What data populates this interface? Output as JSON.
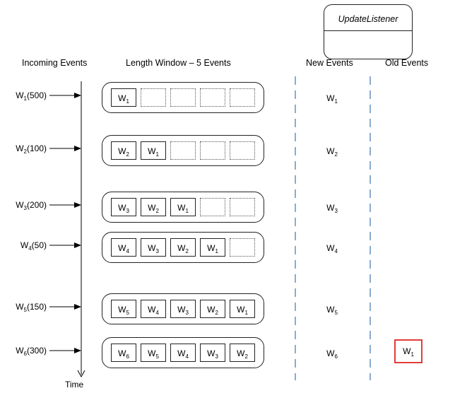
{
  "listener": {
    "title": "UpdateListener"
  },
  "headers": {
    "incoming": "Incoming Events",
    "window": "Length Window – 5 Events",
    "new_events": "New Events",
    "old_events": "Old Events"
  },
  "time_label": "Time",
  "rows": [
    {
      "event": "W",
      "sub": "1",
      "value": "(500)",
      "slots": [
        [
          "W",
          "1"
        ],
        null,
        null,
        null,
        null
      ],
      "new": [
        "W",
        "1"
      ]
    },
    {
      "event": "W",
      "sub": "2",
      "value": "(100)",
      "slots": [
        [
          "W",
          "2"
        ],
        [
          "W",
          "1"
        ],
        null,
        null,
        null
      ],
      "new": [
        "W",
        "2"
      ]
    },
    {
      "event": "W",
      "sub": "3",
      "value": "(200)",
      "slots": [
        [
          "W",
          "3"
        ],
        [
          "W",
          "2"
        ],
        [
          "W",
          "1"
        ],
        null,
        null
      ],
      "new": [
        "W",
        "3"
      ]
    },
    {
      "event": "W",
      "sub": "4",
      "value": "(50)",
      "slots": [
        [
          "W",
          "4"
        ],
        [
          "W",
          "3"
        ],
        [
          "W",
          "2"
        ],
        [
          "W",
          "1"
        ],
        null
      ],
      "new": [
        "W",
        "4"
      ]
    },
    {
      "event": "W",
      "sub": "5",
      "value": "(150)",
      "slots": [
        [
          "W",
          "5"
        ],
        [
          "W",
          "4"
        ],
        [
          "W",
          "3"
        ],
        [
          "W",
          "2"
        ],
        [
          "W",
          "1"
        ]
      ],
      "new": [
        "W",
        "5"
      ]
    },
    {
      "event": "W",
      "sub": "6",
      "value": "(300)",
      "slots": [
        [
          "W",
          "6"
        ],
        [
          "W",
          "5"
        ],
        [
          "W",
          "4"
        ],
        [
          "W",
          "3"
        ],
        [
          "W",
          "2"
        ]
      ],
      "new": [
        "W",
        "6"
      ]
    }
  ],
  "old_event": {
    "label": "W",
    "sub": "1"
  },
  "colors": {
    "highlight": "#e23b3b",
    "divider": "#4a7fb5"
  }
}
